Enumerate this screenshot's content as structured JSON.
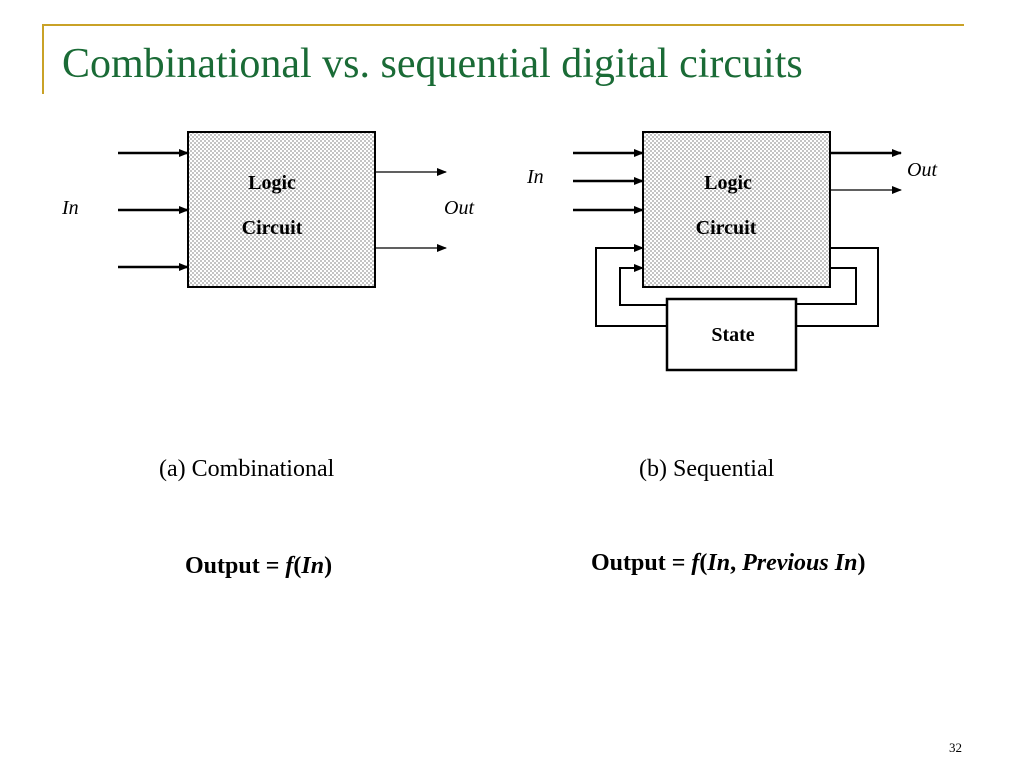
{
  "slide": {
    "title": "Combinational vs. sequential digital circuits",
    "page_number": "32"
  },
  "combinational": {
    "block_line1": "Logic",
    "block_line2": "Circuit",
    "input_label": "In",
    "output_label": "Out",
    "caption": "(a) Combinational",
    "formula": {
      "lhs": "Output",
      "eq": " = ",
      "f": "f",
      "open": "(",
      "arg": "In",
      "close": ")"
    }
  },
  "sequential": {
    "block_line1": "Logic",
    "block_line2": "Circuit",
    "state_label": "State",
    "input_label": "In",
    "output_label": "Out",
    "caption": "(b) Sequential",
    "formula": {
      "lhs": "Output",
      "eq": " = ",
      "f": "f",
      "open": "(",
      "arg1": "In",
      "sep": ", ",
      "arg2": "Previous In",
      "close": ")"
    }
  },
  "colors": {
    "title": "#1a6b36",
    "frame": "#c9a227",
    "block_fill": "#e8e8e8",
    "line": "#000000"
  }
}
